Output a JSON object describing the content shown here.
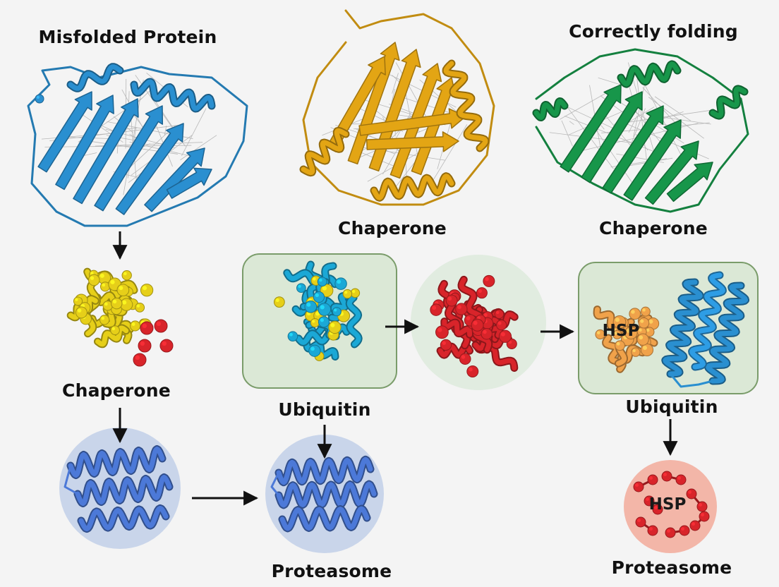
{
  "labels": {
    "misfolded_protein": "Misfolded Protein",
    "correctly_folding": "Correctly folding",
    "chaperone_top_middle": "Chaperone",
    "chaperone_top_right": "Chaperone",
    "chaperone_left": "Chaperone",
    "ubiquitin_middle": "Ubiquitin",
    "ubiquitin_right": "Ubiquitin",
    "proteasome_middle": "Proteasome",
    "proteasome_right": "Proteasome",
    "hsp_box": "HSP",
    "hsp_circle": "HSP"
  },
  "colors": {
    "background": "#f4f4f4",
    "misfolded_blue": "#2a8fd0",
    "chaperone_gold": "#e3a514",
    "correct_green": "#17964a",
    "yellow_cluster": "#e6cf19",
    "red_cluster": "#d8242a",
    "cyan_cluster": "#1ba8d6",
    "helix_blue": "#4c79d8",
    "orange_cluster": "#f0a24a",
    "green_panel": "#dbe8d6",
    "blue_circle": "#c9d5ea",
    "pink_circle": "#f3b6a8",
    "arrow": "#111111"
  }
}
